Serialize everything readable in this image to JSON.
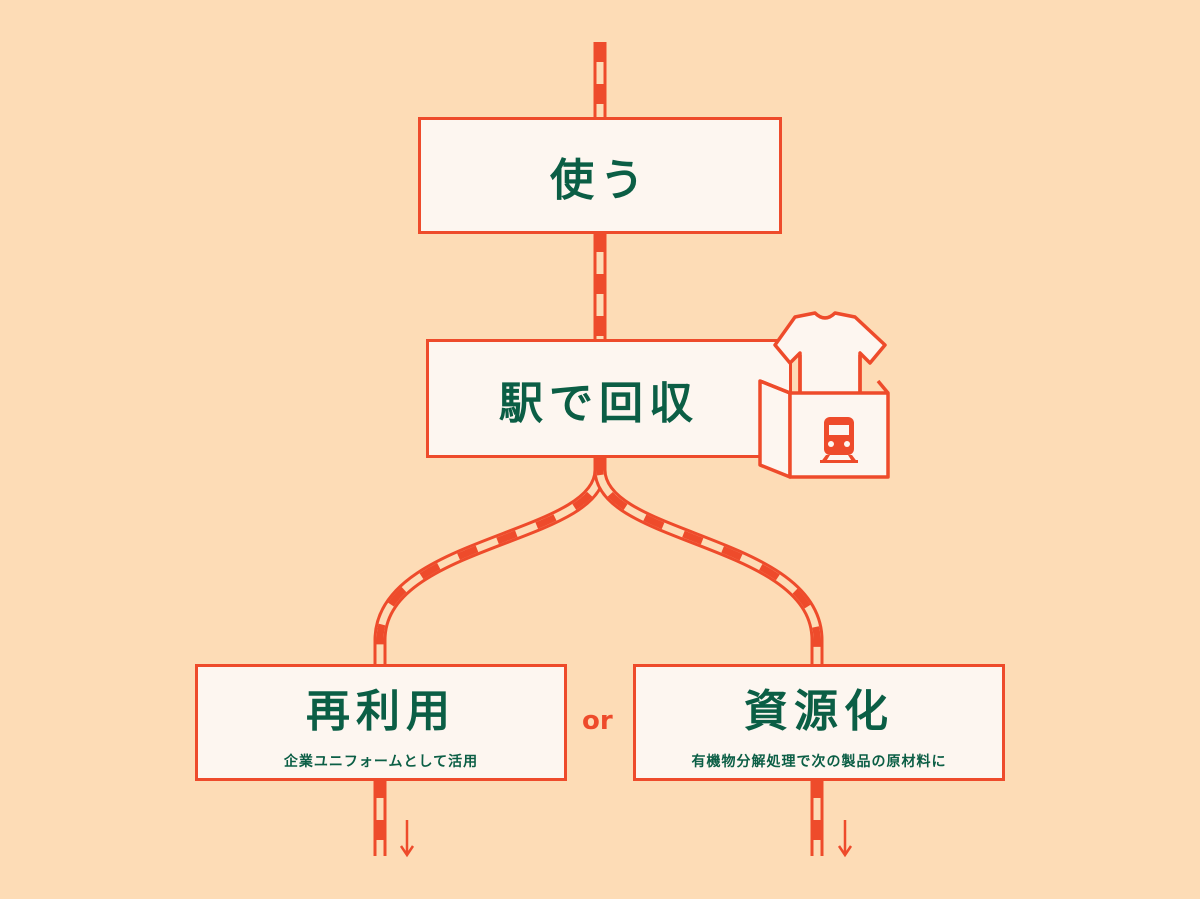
{
  "steps": {
    "use": {
      "title": "使う"
    },
    "collect": {
      "title": "駅で回収"
    },
    "reuse": {
      "title": "再利用",
      "subtitle": "企業ユニフォームとして活用"
    },
    "recycle": {
      "title": "資源化",
      "subtitle": "有機物分解処理で次の製品の原材料に"
    }
  },
  "connector": "or",
  "colors": {
    "background": "#fddcb6",
    "accent": "#ee4b2b",
    "text": "#0b5e45",
    "box": "#fdf6f0"
  }
}
